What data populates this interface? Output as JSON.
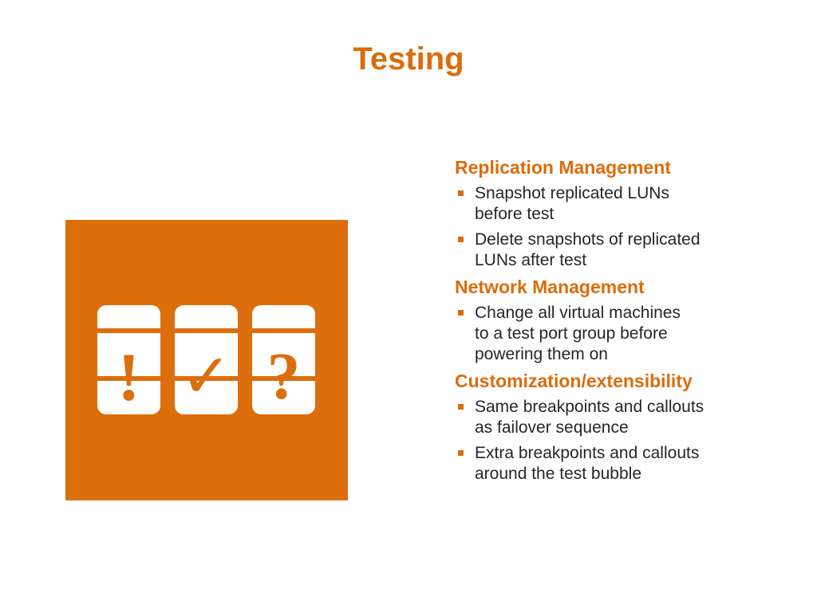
{
  "slide": {
    "title": "Testing"
  },
  "icon": {
    "symbols": [
      "!",
      "✓",
      "?"
    ],
    "colors": {
      "panel": "#dc6e0c",
      "card": "#ffffff",
      "accent": "#dc6c0b"
    }
  },
  "sections": [
    {
      "heading": "Replication Management",
      "bullets": [
        "Snapshot replicated LUNs\nbefore test",
        "Delete snapshots of replicated\nLUNs after test"
      ]
    },
    {
      "heading": "Network Management",
      "bullets": [
        "Change all virtual machines\nto a test port group before\npowering them on"
      ]
    },
    {
      "heading": "Customization/extensibility",
      "bullets": [
        "Same breakpoints and callouts\nas failover sequence",
        "Extra breakpoints and callouts\naround the test bubble"
      ]
    }
  ]
}
